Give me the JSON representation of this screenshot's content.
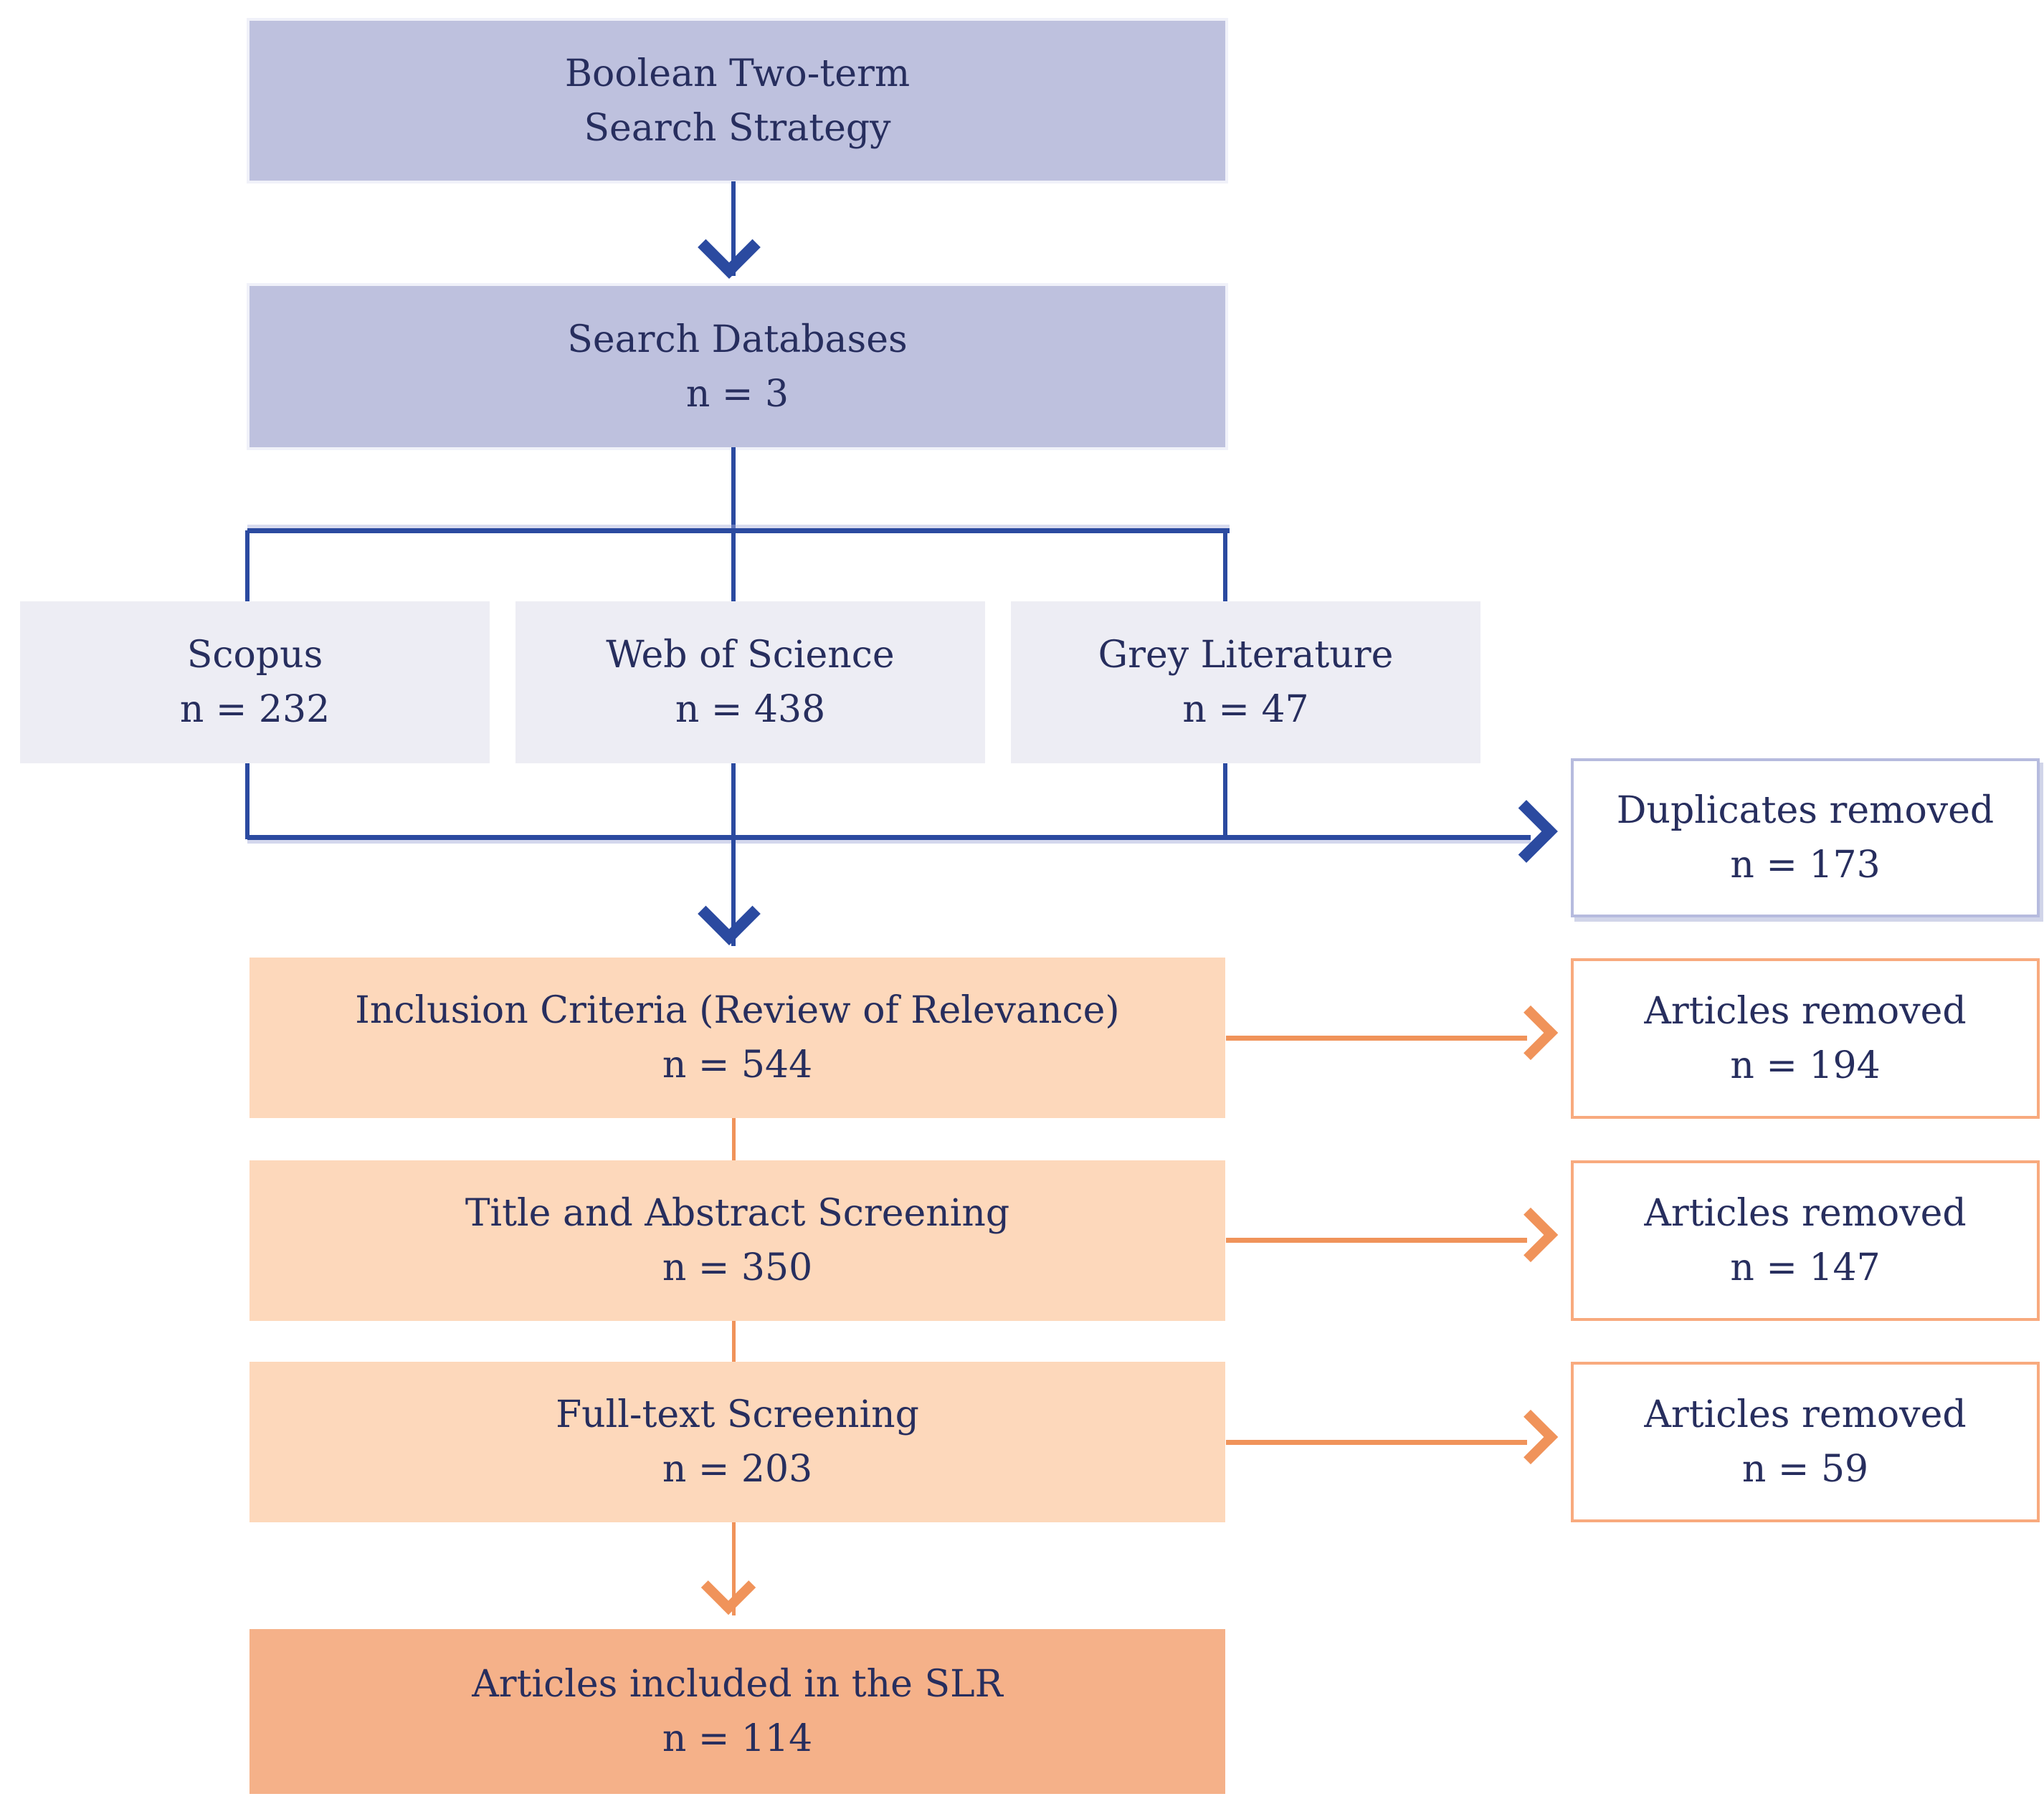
{
  "diagram": {
    "strategy_box": {
      "line1": "Boolean Two-term",
      "line2": "Search Strategy"
    },
    "search_db_box": {
      "line1": "Search Databases",
      "line2": "n = 3"
    },
    "databases": [
      {
        "line1": "Scopus",
        "line2": "n = 232"
      },
      {
        "line1": "Web of Science",
        "line2": "n = 438"
      },
      {
        "line1": "Grey Literature",
        "line2": "n = 47"
      }
    ],
    "duplicates_box": {
      "line1": "Duplicates removed",
      "line2": "n = 173"
    },
    "stages": [
      {
        "line1": "Inclusion Criteria (Review of Relevance)",
        "line2": "n = 544",
        "removed": {
          "line1": "Articles removed",
          "line2": "n = 194"
        }
      },
      {
        "line1": "Title and Abstract Screening",
        "line2": "n = 350",
        "removed": {
          "line1": "Articles removed",
          "line2": "n = 147"
        }
      },
      {
        "line1": "Full-text Screening",
        "line2": "n = 203",
        "removed": {
          "line1": "Articles removed",
          "line2": "n = 59"
        }
      }
    ],
    "final_box": {
      "line1": "Articles included in the SLR",
      "line2": "n = 114"
    }
  },
  "colors": {
    "primary_fill": "#bec1de",
    "database_fill": "#ededf4",
    "stage_fill": "#fdd8bb",
    "final_fill": "#f5b189",
    "blue_line": "#2b4aa0",
    "lavender_border": "#b6bbde",
    "orange_border": "#f8aa7e",
    "orange_line": "#f0935a",
    "text": "#272e5e"
  }
}
